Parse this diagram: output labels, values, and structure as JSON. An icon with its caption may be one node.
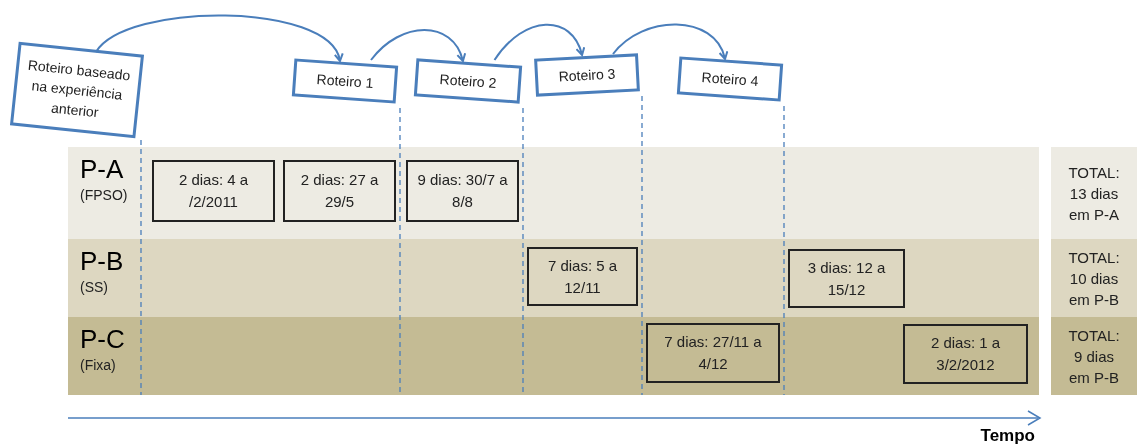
{
  "diagram": {
    "nodes": [
      {
        "text": [
          "Roteiro baseado na experiência anterior"
        ]
      },
      {
        "text": [
          "Roteiro 1"
        ]
      },
      {
        "text": [
          "Roteiro 2"
        ]
      },
      {
        "text": [
          "Roteiro 3"
        ]
      },
      {
        "text": [
          "Roteiro 4"
        ]
      },
      {
        "text": [
          "P-A",
          "(FPSO)"
        ]
      },
      {
        "text": [
          "P-B",
          "(SS)"
        ]
      },
      {
        "text": [
          "P-C",
          "(Fixa)"
        ]
      },
      {
        "text": [
          "2 dias: 4 a /2/2011"
        ],
        "in": 5
      },
      {
        "text": [
          "2 dias: 27 a 29/5"
        ],
        "in": 5
      },
      {
        "text": [
          "9 dias: 30/7 a 8/8"
        ],
        "in": 5
      },
      {
        "text": [
          "7 dias: 5 a 12/11"
        ],
        "in": 6
      },
      {
        "text": [
          "3 dias: 12 a 15/12"
        ],
        "in": 6
      },
      {
        "text": [
          "7 dias: 27/11 a 4/12"
        ],
        "in": 7
      },
      {
        "text": [
          "2 dias: 1 a 3/2/2012"
        ],
        "in": 7
      },
      {
        "text": [
          "TOTAL: 13 dias em P-A"
        ]
      },
      {
        "text": [
          "TOTAL: 10 dias em P-B"
        ]
      },
      {
        "text": [
          "TOTAL: 9 dias em P-B"
        ]
      }
    ],
    "edges": [
      {
        "from": 0,
        "to": 1,
        "arrow": "to"
      },
      {
        "from": 1,
        "to": 2,
        "arrow": "to"
      },
      {
        "from": 2,
        "to": 3,
        "arrow": "to"
      },
      {
        "from": 3,
        "to": 4,
        "arrow": "to"
      },
      {
        "from": 0,
        "to": 7,
        "arrow": "none",
        "style": "dashed"
      },
      {
        "from": 1,
        "to": 7,
        "arrow": "none",
        "style": "dashed"
      },
      {
        "from": 2,
        "to": 7,
        "arrow": "none",
        "style": "dashed"
      },
      {
        "from": 3,
        "to": 7,
        "arrow": "none",
        "style": "dashed"
      },
      {
        "from": 4,
        "to": 7,
        "arrow": "none",
        "style": "dashed"
      }
    ],
    "labels": [
      "Tempo"
    ]
  }
}
